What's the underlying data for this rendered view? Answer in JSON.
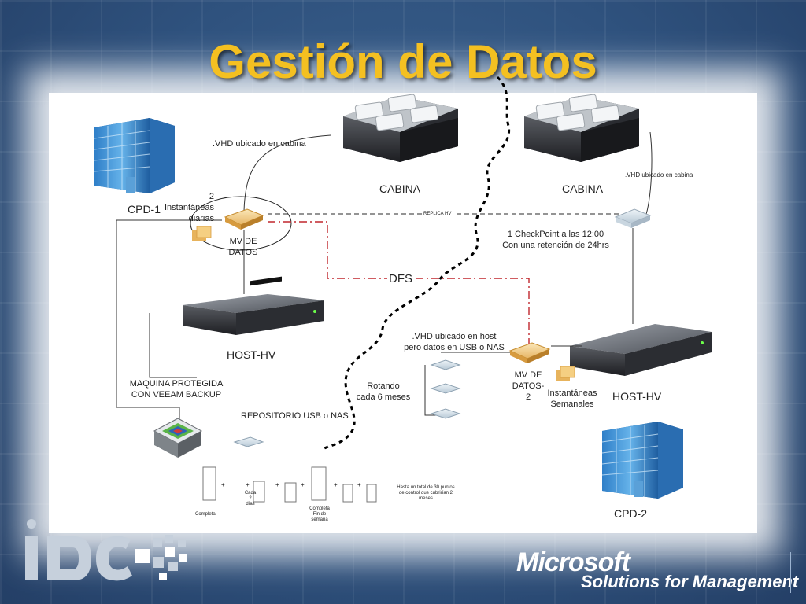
{
  "title": "Gestión de Datos",
  "labels": {
    "vhd_cabina_left": ".VHD ubicado en cabina",
    "vhd_cabina_right": ".VHD ubicado en cabina",
    "cabina_left": "CABINA",
    "cabina_right": "CABINA",
    "cpd1": "CPD-1",
    "cpd2": "CPD-2",
    "instantaneas_diarias": "2 Instantáneas\ndiarias",
    "replica_hv": "REPLICA HV",
    "mv_datos_1": "MV DE\nDATOS",
    "checkpoint": "1 CheckPoint a las 12:00\nCon una retención de 24hrs",
    "dfs": "DFS",
    "host_hv_left": "HOST-HV",
    "host_hv_right": "HOST-HV",
    "vhd_host": ".VHD ubicado en host\npero datos en USB o NAS",
    "maquina_protegida": "MAQUINA PROTEGIDA\nCON VEEAM BACKUP",
    "rotando": "Rotando\ncada 6 meses",
    "mv_datos_2": "MV DE\nDATOS-\n2",
    "instantaneas_semanales": "Instantáneas\nSemanales",
    "repositorio": "REPOSITORIO USB o NAS",
    "completa": "Completa",
    "cada_2_dias": "Cada\n2\ndías",
    "completa_fin": "Completa\nFin de\nsemana",
    "hasta_total": "Hasta un total de 30 puntos\nde control que cubrirían 2\nmeses",
    "plus": "+"
  },
  "branding": {
    "idc": "iDC",
    "microsoft": "Microsoft",
    "solutions": "Solutions for Management"
  },
  "colors": {
    "title": "#f4c021",
    "background": "#2f527e",
    "dfs_line": "#c0272d",
    "replica_line": "#555555"
  }
}
